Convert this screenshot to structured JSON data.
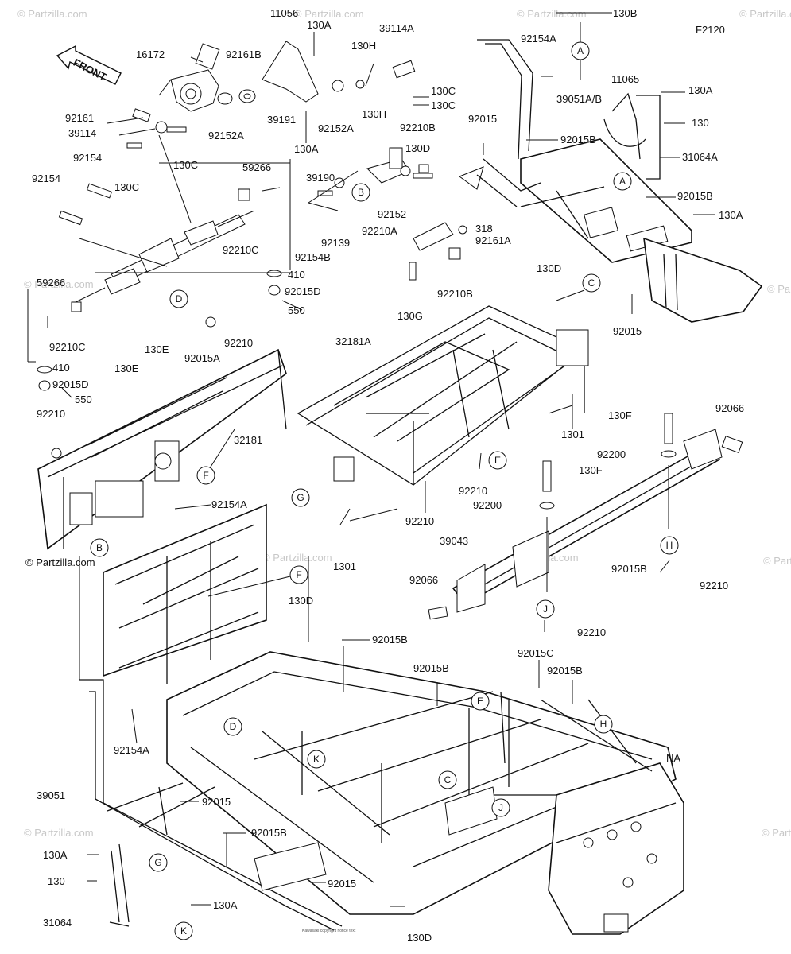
{
  "diagram": {
    "code": "F2120",
    "front_label": "FRONT",
    "watermark": "© Partzilla.com",
    "copyright": "Kawasaki copyright notice text",
    "labels": [
      {
        "id": "l11056",
        "text": "11056"
      },
      {
        "id": "l130A_1",
        "text": "130A"
      },
      {
        "id": "l39114A",
        "text": "39114A"
      },
      {
        "id": "l130B",
        "text": "130B"
      },
      {
        "id": "l16172",
        "text": "16172"
      },
      {
        "id": "l92161B",
        "text": "92161B"
      },
      {
        "id": "l130H_1",
        "text": "130H"
      },
      {
        "id": "l92154A_1",
        "text": "92154A"
      },
      {
        "id": "l11065",
        "text": "11065"
      },
      {
        "id": "l130C_1",
        "text": "130C"
      },
      {
        "id": "l130C_2",
        "text": "130C"
      },
      {
        "id": "l39051AB",
        "text": "39051A/B"
      },
      {
        "id": "l130A_2",
        "text": "130A"
      },
      {
        "id": "l92161",
        "text": "92161"
      },
      {
        "id": "l39114",
        "text": "39114"
      },
      {
        "id": "l92152A_1",
        "text": "92152A"
      },
      {
        "id": "l39191",
        "text": "39191"
      },
      {
        "id": "l92152A_2",
        "text": "92152A"
      },
      {
        "id": "l130H_2",
        "text": "130H"
      },
      {
        "id": "l130_1",
        "text": "130"
      },
      {
        "id": "l130C_3",
        "text": "130C"
      },
      {
        "id": "l130A_3",
        "text": "130A"
      },
      {
        "id": "l92015_1",
        "text": "92015"
      },
      {
        "id": "l92210B_1",
        "text": "92210B"
      },
      {
        "id": "l130D_1",
        "text": "130D"
      },
      {
        "id": "l92015B_1",
        "text": "92015B"
      },
      {
        "id": "l31064A",
        "text": "31064A"
      },
      {
        "id": "l92154_1",
        "text": "92154"
      },
      {
        "id": "l130C_4",
        "text": "130C"
      },
      {
        "id": "l59266_1",
        "text": "59266"
      },
      {
        "id": "l39190",
        "text": "39190"
      },
      {
        "id": "l92154_2",
        "text": "92154"
      },
      {
        "id": "l92015B_2",
        "text": "92015B"
      },
      {
        "id": "l130A_4",
        "text": "130A"
      },
      {
        "id": "l92152",
        "text": "92152"
      },
      {
        "id": "l318",
        "text": "318"
      },
      {
        "id": "l92210C_1",
        "text": "92210C"
      },
      {
        "id": "l92139",
        "text": "92139"
      },
      {
        "id": "l92210A",
        "text": "92210A"
      },
      {
        "id": "l92161A",
        "text": "92161A"
      },
      {
        "id": "l92154B",
        "text": "92154B"
      },
      {
        "id": "l130D_2",
        "text": "130D"
      },
      {
        "id": "l410_1",
        "text": "410"
      },
      {
        "id": "l59266_2",
        "text": "59266"
      },
      {
        "id": "l92015D_1",
        "text": "92015D"
      },
      {
        "id": "l92210B_2",
        "text": "92210B"
      },
      {
        "id": "l550_1",
        "text": "550"
      },
      {
        "id": "l130G",
        "text": "130G"
      },
      {
        "id": "l92015_2",
        "text": "92015"
      },
      {
        "id": "l92210C_2",
        "text": "92210C"
      },
      {
        "id": "l32181A",
        "text": "32181A"
      },
      {
        "id": "l92015A",
        "text": "92015A"
      },
      {
        "id": "l92210_1",
        "text": "92210"
      },
      {
        "id": "l410_2",
        "text": "410"
      },
      {
        "id": "l130E_1",
        "text": "130E"
      },
      {
        "id": "l130E_2",
        "text": "130E"
      },
      {
        "id": "l92015D_2",
        "text": "92015D"
      },
      {
        "id": "l550_2",
        "text": "550"
      },
      {
        "id": "l92066_1",
        "text": "92066"
      },
      {
        "id": "l130F_1",
        "text": "130F"
      },
      {
        "id": "l1301_1",
        "text": "1301"
      },
      {
        "id": "l92210_2",
        "text": "92210"
      },
      {
        "id": "l32181",
        "text": "32181"
      },
      {
        "id": "l92200_1",
        "text": "92200"
      },
      {
        "id": "l130F_2",
        "text": "130F"
      },
      {
        "id": "l92210_3",
        "text": "92210"
      },
      {
        "id": "l92200_2",
        "text": "92200"
      },
      {
        "id": "l92154A_2",
        "text": "92154A"
      },
      {
        "id": "l92210_4",
        "text": "92210"
      },
      {
        "id": "l39043",
        "text": "39043"
      },
      {
        "id": "l1301_2",
        "text": "1301"
      },
      {
        "id": "l92015B_3",
        "text": "92015B"
      },
      {
        "id": "l92066_2",
        "text": "92066"
      },
      {
        "id": "l92210_5",
        "text": "92210"
      },
      {
        "id": "l130D_3",
        "text": "130D"
      },
      {
        "id": "l92210_6",
        "text": "92210"
      },
      {
        "id": "l92015B_4",
        "text": "92015B"
      },
      {
        "id": "l92015B_5",
        "text": "92015B"
      },
      {
        "id": "l92015C",
        "text": "92015C"
      },
      {
        "id": "l92015B_6",
        "text": "92015B"
      },
      {
        "id": "l92154A_3",
        "text": "92154A"
      },
      {
        "id": "l39051",
        "text": "39051"
      },
      {
        "id": "l92015_3",
        "text": "92015"
      },
      {
        "id": "lNA",
        "text": "NA"
      },
      {
        "id": "l92015B_7",
        "text": "92015B"
      },
      {
        "id": "l130A_5",
        "text": "130A"
      },
      {
        "id": "l130_2",
        "text": "130"
      },
      {
        "id": "l92015_4",
        "text": "92015"
      },
      {
        "id": "l31064",
        "text": "31064"
      },
      {
        "id": "l130A_6",
        "text": "130A"
      },
      {
        "id": "l130D_4",
        "text": "130D"
      }
    ],
    "refs": [
      {
        "id": "rA1",
        "text": "A"
      },
      {
        "id": "rA2",
        "text": "A"
      },
      {
        "id": "rB1",
        "text": "B"
      },
      {
        "id": "rB2",
        "text": "B"
      },
      {
        "id": "rC1",
        "text": "C"
      },
      {
        "id": "rC2",
        "text": "C"
      },
      {
        "id": "rD1",
        "text": "D"
      },
      {
        "id": "rD2",
        "text": "D"
      },
      {
        "id": "rE1",
        "text": "E"
      },
      {
        "id": "rE2",
        "text": "E"
      },
      {
        "id": "rF1",
        "text": "F"
      },
      {
        "id": "rF2",
        "text": "F"
      },
      {
        "id": "rG1",
        "text": "G"
      },
      {
        "id": "rG2",
        "text": "G"
      },
      {
        "id": "rH1",
        "text": "H"
      },
      {
        "id": "rH2",
        "text": "H"
      },
      {
        "id": "rJ1",
        "text": "J"
      },
      {
        "id": "rJ2",
        "text": "J"
      },
      {
        "id": "rK1",
        "text": "K"
      },
      {
        "id": "rK2",
        "text": "K"
      }
    ]
  }
}
